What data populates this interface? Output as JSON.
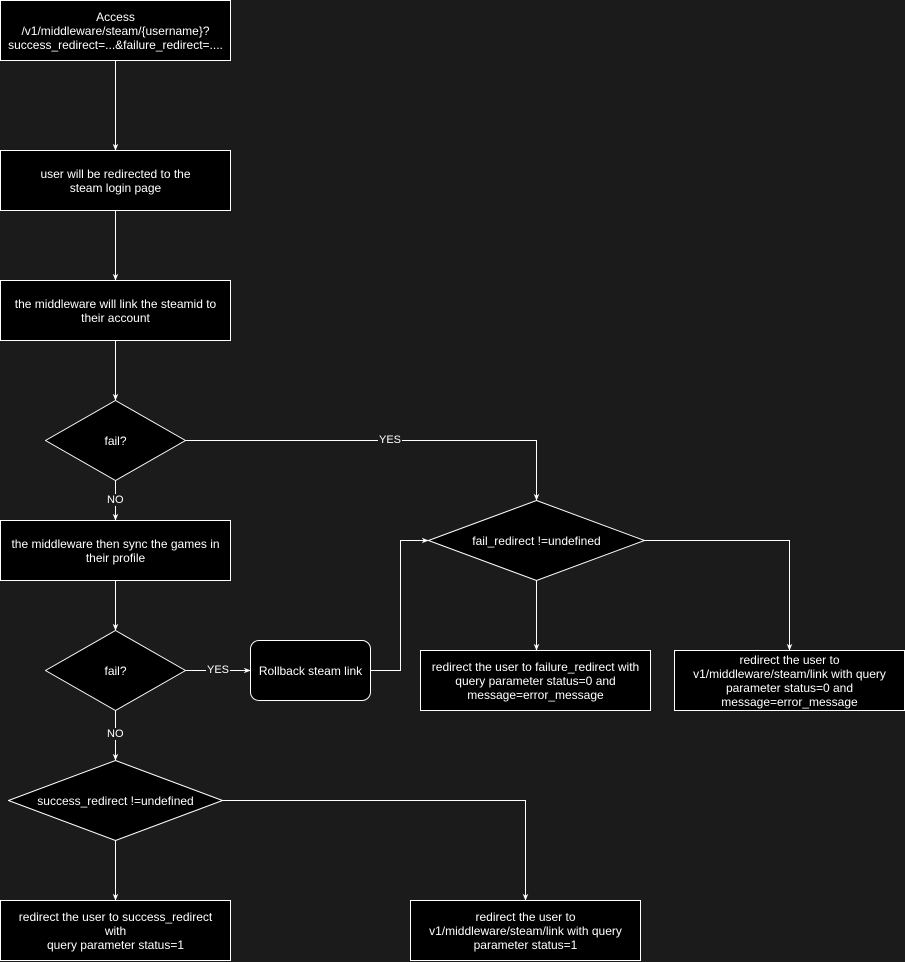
{
  "nodes": {
    "access": {
      "line1": "Access",
      "line2": "/v1/middleware/steam/{username}?",
      "line3": "success_redirect=...&failure_redirect=...."
    },
    "steam_login": {
      "line1": "user will be redirected to the",
      "line2": "steam login page"
    },
    "link_steamid": {
      "line1": "the middleware will link the steamid to",
      "line2": "their account"
    },
    "fail1": {
      "label": "fail?"
    },
    "sync_games": {
      "line1": "the middleware then sync the games in",
      "line2": "their profile"
    },
    "fail2": {
      "label": "fail?"
    },
    "rollback": {
      "label": "Rollback steam link"
    },
    "fail_redirect_check": {
      "label": "fail_redirect !=undefined"
    },
    "redirect_failure": {
      "line1": "redirect the user to failure_redirect with",
      "line2": "query parameter status=0 and",
      "line3": "message=error_message"
    },
    "redirect_link_fail": {
      "line1": "redirect the user to",
      "line2": "v1/middleware/steam/link with query",
      "line3": "parameter status=0 and",
      "line4": "message=error_message"
    },
    "success_redirect_check": {
      "label": "success_redirect !=undefined"
    },
    "redirect_success": {
      "line1": "redirect the user to success_redirect with",
      "line2": "query parameter status=1"
    },
    "redirect_link_success": {
      "line1": "redirect the user to",
      "line2": "v1/middleware/steam/link with query",
      "line3": "parameter status=1"
    }
  },
  "edge_labels": {
    "fail1_yes": "YES",
    "fail1_no": "NO",
    "fail2_yes": "YES",
    "fail2_no": "NO"
  },
  "colors": {
    "background": "#1b1b1b",
    "node_fill": "#000000",
    "stroke": "#ffffff",
    "text": "#ffffff"
  }
}
